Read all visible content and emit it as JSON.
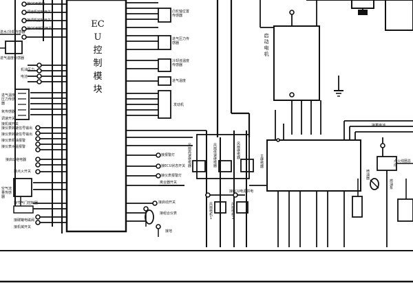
{
  "ecu": {
    "title": "ECU控制模块"
  },
  "left_labels": [
    "接ODB传输",
    "调速机控制开关",
    "接调机控制开关",
    "接ODB断路开关",
    "进水/冷却传感器",
    "进气温度传感器",
    "机油压力",
    "电池",
    "进气温度压力传感器",
    "氧传感器",
    "调速开关",
    "接机械开关",
    "接仪表转速信号输出",
    "接仪表转速信号输出",
    "接仪表机油报警",
    "接仪表水温报警",
    "接启动继电器",
    "接点火开关",
    "空气流量传感器",
    "接节气门控制器",
    "接碳罐电磁阀",
    "接机械开关"
  ],
  "mid_labels": [
    "凸轮轴位置传感器",
    "进气压力传感器",
    "冷却液温度传感器",
    "进气温度",
    "发动机",
    "接报警灯",
    "接ECU状态开关",
    "接仪表报警灯",
    "离合器开关",
    "接启动开关",
    "接组合仪表",
    "接地"
  ],
  "fan_labels": [
    "风扇高速继电器",
    "风扇低速继电器",
    "风扇继电器",
    "主继电器",
    "风扇电机1",
    "风扇电机2",
    "接ECU电源供电"
  ],
  "right_labels": {
    "motor": "启动电机",
    "top_wire": "接蓄电池",
    "right_block_1": "点火线圈总成",
    "right_block_2": "喷油器",
    "right_block_3": "燃油泵"
  }
}
